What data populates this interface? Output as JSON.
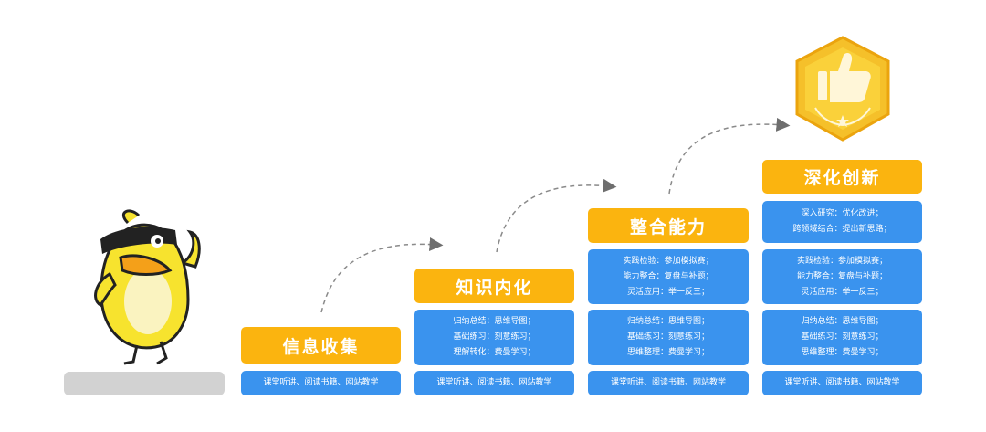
{
  "stages": [
    {
      "title": "信息收集",
      "groups": [
        [
          "课堂听讲、阅读书籍、网站教学"
        ]
      ]
    },
    {
      "title": "知识内化",
      "groups": [
        [
          "归纳总结：思维导图；",
          "基础练习：刻意练习；",
          "理解转化：费曼学习；"
        ],
        [
          "课堂听讲、阅读书籍、网站教学"
        ]
      ]
    },
    {
      "title": "整合能力",
      "groups": [
        [
          "实践检验：参加模拟赛；",
          "能力整合：复盘与补题；",
          "灵活应用：举一反三；"
        ],
        [
          "归纳总结：思维导图；",
          "基础练习：刻意练习；",
          "思维整理：费曼学习；"
        ],
        [
          "课堂听讲、阅读书籍、网站教学"
        ]
      ]
    },
    {
      "title": "深化创新",
      "groups": [
        [
          "深入研究：优化改进；",
          "跨领域结合：提出新思路；"
        ],
        [
          "实践检验：参加模拟赛；",
          "能力整合：复盘与补题；",
          "灵活应用：举一反三；"
        ],
        [
          "归纳总结：思维导图；",
          "基础练习：刻意练习；",
          "思维整理：费曼学习；"
        ],
        [
          "课堂听讲、阅读书籍、网站教学"
        ]
      ]
    }
  ],
  "icons": {
    "mascot": "duck-mascot-icon",
    "badge": "thumbs-up-badge-icon",
    "arrow": "dashed-arrow-icon"
  },
  "colors": {
    "title_bg": "#FBB40F",
    "box_bg": "#3A93EE",
    "badge": "#F5C02A",
    "ground": "#D2D2D2"
  }
}
